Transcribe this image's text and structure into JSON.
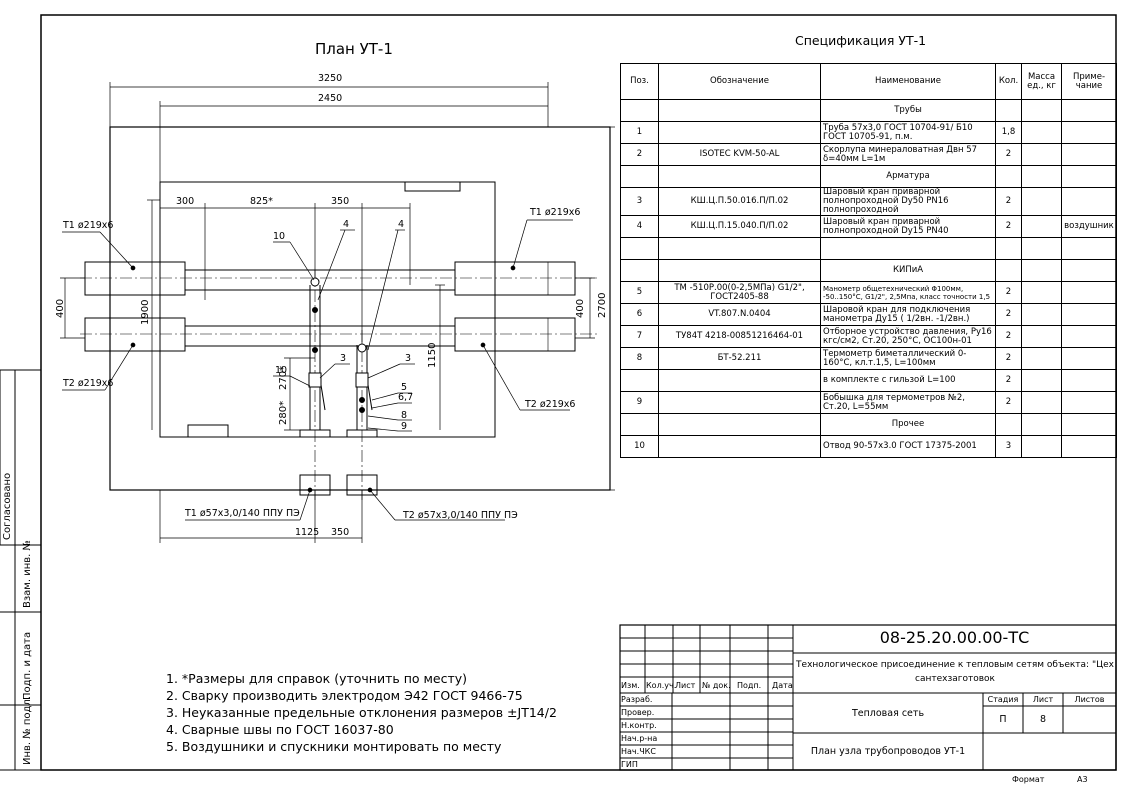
{
  "plan": {
    "title": "План УТ-1",
    "dims": {
      "d3250": "3250",
      "d2450": "2450",
      "d300": "300",
      "d825": "825*",
      "d350a": "350",
      "d400l": "400",
      "d1900": "1900",
      "d400r": "400",
      "d2700": "2700",
      "d1150": "1150",
      "d270": "270*",
      "d280": "280*",
      "d1125": "1125",
      "d350b": "350"
    },
    "pipes": {
      "t1_left": "Т1 ø219x6",
      "t1_right": "Т1 ø219x6",
      "t2_left": "Т2 ø219x6",
      "t2_right": "Т2 ø219x6",
      "t1_bottom": "Т1 ø57x3,0/140 ППУ ПЭ",
      "t2_bottom": "Т2 ø57x3,0/140 ППУ ПЭ"
    },
    "callouts": {
      "c10a": "10",
      "c4a": "4",
      "c4b": "4",
      "c3a": "3",
      "c3b": "3",
      "c10b": "10",
      "c5": "5",
      "c67": "6,7",
      "c8": "8",
      "c9": "9"
    }
  },
  "spec": {
    "title": "Спецификация УТ-1",
    "headers": {
      "pos": "Поз.",
      "designation": "Обозначение",
      "name": "Наименование",
      "qty": "Кол.",
      "mass": "Масса ед., кг",
      "note": "Приме- чание"
    },
    "sections": {
      "pipes": "Трубы",
      "fittings": "Арматура",
      "kipia": "КИПиА",
      "other": "Прочее"
    },
    "rows": [
      {
        "pos": "1",
        "designation": "",
        "name": "Труба 57х3,0 ГОСТ 10704-91/ Б10 ГОСТ 10705-91, п.м.",
        "qty": "1,8",
        "note": ""
      },
      {
        "pos": "2",
        "designation": "ISOTEC KVM-50-AL",
        "name": "Скорлупа минераловатная Двн 57 δ=40мм L=1м",
        "qty": "2",
        "note": ""
      },
      {
        "pos": "3",
        "designation": "КШ.Ц.П.50.016.П/П.02",
        "name": "Шаровый кран приварной полнопроходной Dy50 PN16 полнопроходной",
        "qty": "2",
        "note": ""
      },
      {
        "pos": "4",
        "designation": "КШ.Ц.П.15.040.П/П.02",
        "name": "Шаровый кран приварной полнопроходной Dy15 PN40",
        "qty": "2",
        "note": "воздушник"
      },
      {
        "pos": "5",
        "designation": "ТМ -510Р.00(0-2,5МПа) G1/2\", ГОСТ2405-88",
        "name": "Манометр общетехнический Φ100мм, -50..150°С, G1/2\", 2,5Мпа, класс точности 1,5",
        "qty": "2",
        "note": ""
      },
      {
        "pos": "6",
        "designation": "VT.807.N.0404",
        "name": "Шаровой кран для подключения манометра Ду15 ( 1/2вн. -1/2вн.)",
        "qty": "2",
        "note": ""
      },
      {
        "pos": "7",
        "designation": "ТУ84Т 4218-00851216464-01",
        "name": "Отборное устройство давления, Ру16 кгс/см2, Ст.20, 250°С, ОС100н-01",
        "qty": "2",
        "note": ""
      },
      {
        "pos": "8",
        "designation": "БТ-52.211",
        "name": "Термометр биметаллический 0-160°С, кл.т.1,5, L=100мм",
        "qty": "2",
        "note": ""
      },
      {
        "pos": "",
        "designation": "",
        "name": "в комплекте с гильзой L=100",
        "qty": "2",
        "note": ""
      },
      {
        "pos": "9",
        "designation": "",
        "name": "Бобышка для термометров №2, Ст.20, L=55мм",
        "qty": "2",
        "note": ""
      },
      {
        "pos": "10",
        "designation": "",
        "name": "Отвод 90-57х3.0 ГОСТ 17375-2001",
        "qty": "3",
        "note": ""
      }
    ]
  },
  "notes": [
    "1. *Размеры для справок (уточнить по месту)",
    "2. Сварку производить электродом Э42 ГОСТ 9466-75",
    "3. Неуказанные предельные отклонения размеров ±JT14/2",
    "4. Сварные швы по ГОСТ 16037-80",
    "5. Воздушники и спускники монтировать по месту"
  ],
  "stamp": {
    "code": "08-25.20.00.00-ТС",
    "object": "Технологическое присоединение к тепловым сетям объекта: \"Цех сантехзаготовок",
    "section": "Тепловая сеть",
    "sheet_title": "План узла трубопроводов УТ-1",
    "col_headers": [
      "Изм.",
      "Кол.уч.",
      "Лист",
      "№ док.",
      "Подп.",
      "Дата"
    ],
    "roles": [
      "Разраб.",
      "Провер.",
      "Н.контр.",
      "Нач.р-на",
      "Нач.ЧКС",
      "ГИП"
    ],
    "stage_label": "Стадия",
    "sheet_label": "Лист",
    "sheets_label": "Листов",
    "stage": "П",
    "sheet": "8",
    "sheets": "",
    "format_label": "Формат",
    "format": "А3"
  },
  "side": {
    "agreed": "Согласовано",
    "inv_replace": "Взам. инв. №",
    "sign_date": "Подп. и дата",
    "inv_orig": "Инв. № подл."
  }
}
